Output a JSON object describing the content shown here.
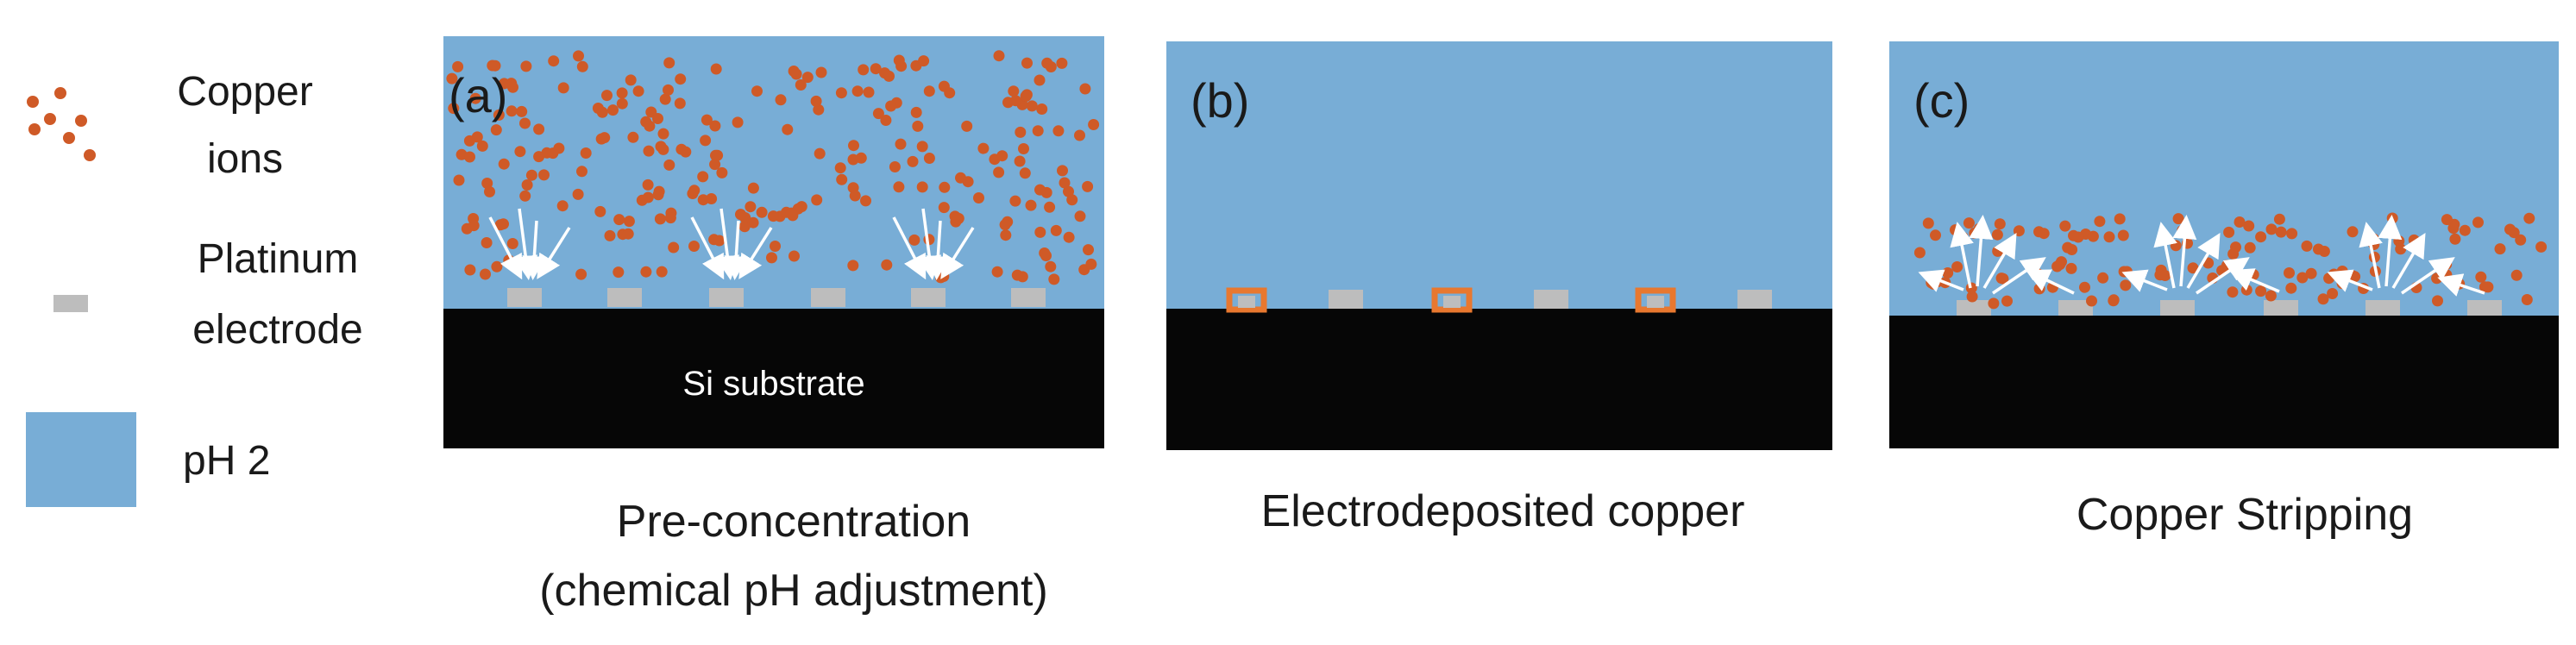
{
  "colors": {
    "copper": "#cf5a27",
    "copper_deposit": "#e8782f",
    "electrode": "#bdbdbd",
    "solution": "#78add6",
    "substrate": "#060606",
    "arrow": "#ffffff",
    "substrate_text": "#ffffff"
  },
  "legend": {
    "copper_ions_line1": "Copper",
    "copper_ions_line2": "ions",
    "platinum_line1": "Platinum",
    "platinum_line2": "electrode",
    "ph_label": "pH 2"
  },
  "panels": [
    {
      "label": "(a)",
      "caption_line1": "Pre-concentration",
      "caption_line2": "(chemical pH adjustment)",
      "substrate_label": "Si substrate"
    },
    {
      "label": "(b)",
      "caption_line1": "Electrodeposited copper",
      "caption_line2": "",
      "substrate_label": ""
    },
    {
      "label": "(c)",
      "caption_line1": "Copper Stripping",
      "caption_line2": "",
      "substrate_label": ""
    }
  ]
}
